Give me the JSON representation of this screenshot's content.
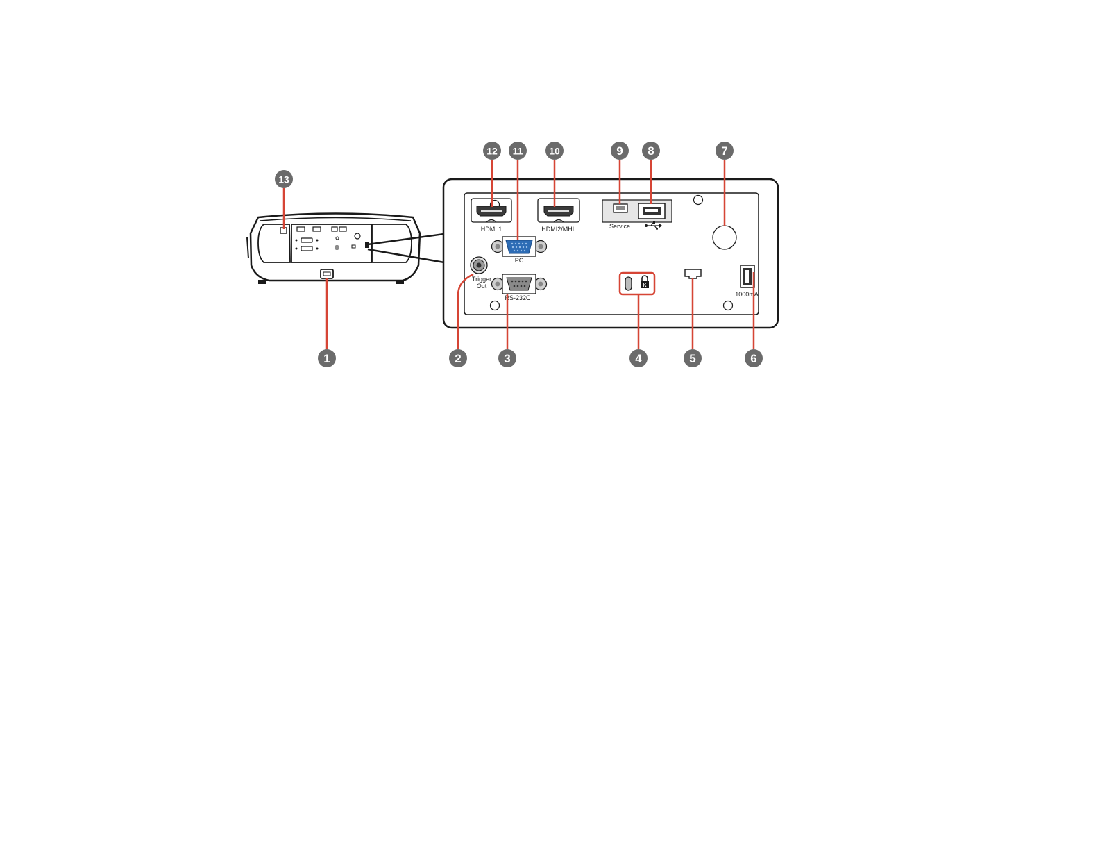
{
  "colors": {
    "callout_fill": "#6b6b6b",
    "leader_line": "#d64535",
    "panel_outline": "#1a1a1a",
    "vga_blue": "#2d6cb5"
  },
  "callouts": [
    {
      "number": "1"
    },
    {
      "number": "2"
    },
    {
      "number": "3"
    },
    {
      "number": "4"
    },
    {
      "number": "5"
    },
    {
      "number": "6"
    },
    {
      "number": "7"
    },
    {
      "number": "8"
    },
    {
      "number": "9"
    },
    {
      "number": "10"
    },
    {
      "number": "11"
    },
    {
      "number": "12"
    },
    {
      "number": "13"
    }
  ],
  "port_labels": {
    "hdmi1": "HDMI 1",
    "hdmi2": "HDMI2/MHL",
    "service": "Service",
    "pc": "PC",
    "trigger_line1": "Trigger",
    "trigger_line2": "Out",
    "rs232c": "RS-232C",
    "usb_power": "1000mA"
  },
  "icons": {
    "usb_symbol": "usb-symbol-icon",
    "kensington_lock": "kensington-lock-icon"
  }
}
